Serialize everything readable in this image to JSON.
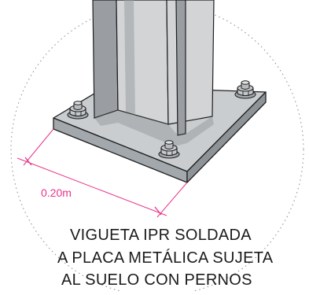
{
  "dimension": {
    "label": "0.20m",
    "color": "#e8338a"
  },
  "caption": {
    "lines": [
      "VIGUETA IPR SOLDADA",
      "A PLACA METÁLICA SUJETA",
      "AL SUELO CON PERNOS"
    ]
  },
  "colors": {
    "plate_top": "#c9cdd0",
    "plate_front": "#a3a8ac",
    "plate_side": "#8e9397",
    "beam_face": "#d2d4d6",
    "beam_shadow": "#9a9ea2",
    "bolt": "#c6c9cc",
    "outline": "#1f1f1f",
    "circle_outline": "#8a8a8a"
  }
}
